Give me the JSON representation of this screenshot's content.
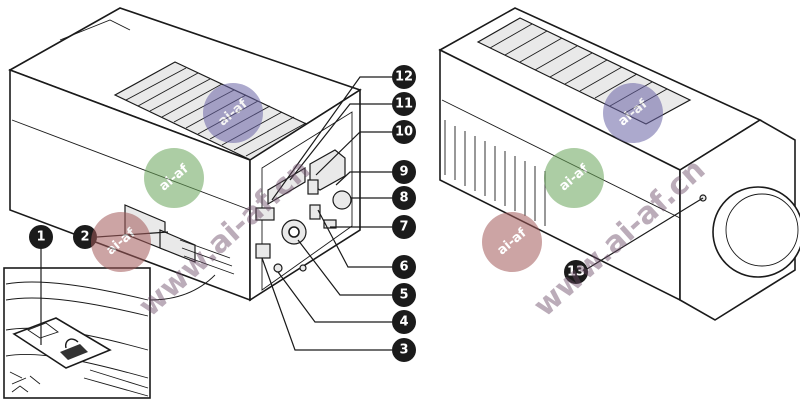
{
  "callouts": [
    {
      "label": "1"
    },
    {
      "label": "2"
    },
    {
      "label": "3"
    },
    {
      "label": "4"
    },
    {
      "label": "5"
    },
    {
      "label": "6"
    },
    {
      "label": "7"
    },
    {
      "label": "8"
    },
    {
      "label": "9"
    },
    {
      "label": "10"
    },
    {
      "label": "11"
    },
    {
      "label": "12"
    },
    {
      "label": "13"
    }
  ],
  "watermark": {
    "badge_text": "ai-af",
    "url_text": "www.ai-af.cn"
  },
  "colors": {
    "badge_red": "#a35a5a",
    "badge_green": "#6aa65a",
    "badge_purple": "#6a64a6",
    "callout": "#1b1b1b"
  }
}
